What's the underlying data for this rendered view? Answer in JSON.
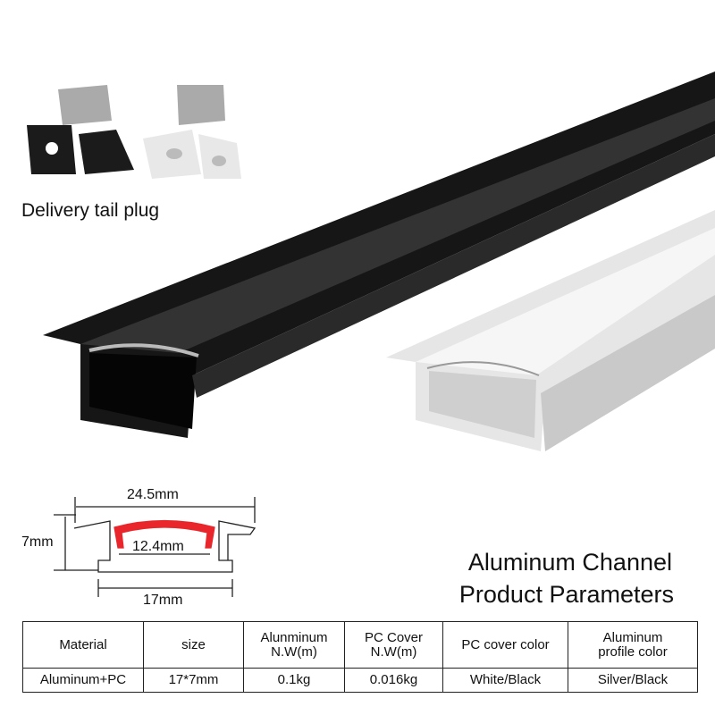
{
  "labels": {
    "tail_plug": "Delivery tail plug",
    "title_line1": "Aluminum Channel",
    "title_line2": "Product Parameters"
  },
  "dimensions": {
    "width_top": "24.5mm",
    "height": "7mm",
    "inner_width": "12.4mm",
    "bottom_width": "17mm"
  },
  "colors": {
    "cover_red": "#e8262b",
    "channel_black": "#111111",
    "channel_silver": "#d8d8d8"
  },
  "table": {
    "headers": [
      [
        "Material"
      ],
      [
        "size"
      ],
      [
        "Alunminum",
        "N.W(m)"
      ],
      [
        "PC Cover",
        "N.W(m)"
      ],
      [
        "PC cover color"
      ],
      [
        "Aluminum",
        "profile color"
      ]
    ],
    "row": [
      "Aluminum+PC",
      "17*7mm",
      "0.1kg",
      "0.016kg",
      "White/Black",
      "Silver/Black"
    ]
  }
}
